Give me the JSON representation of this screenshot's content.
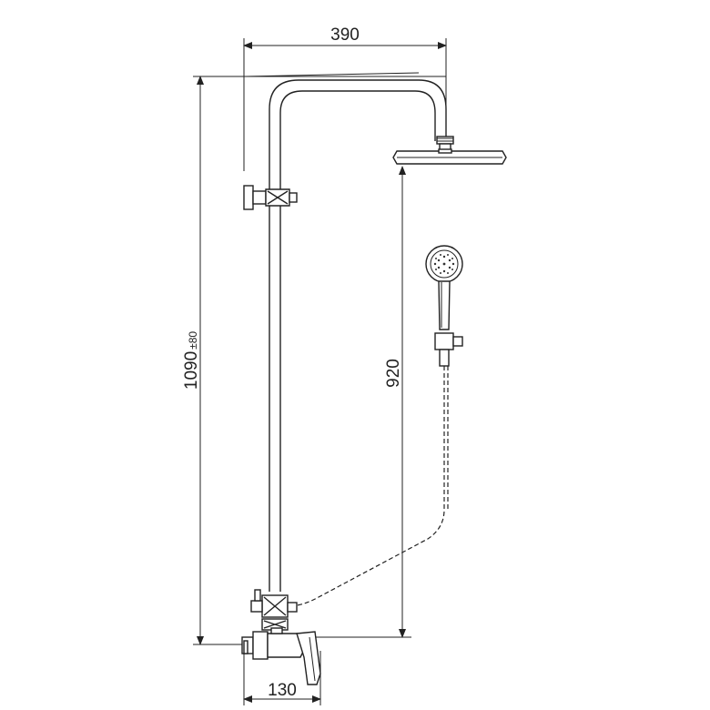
{
  "dimensions": {
    "top_width": "390",
    "overall_height": "1090",
    "overall_height_tolerance": "±80",
    "head_height": "920",
    "base_depth": "130"
  }
}
